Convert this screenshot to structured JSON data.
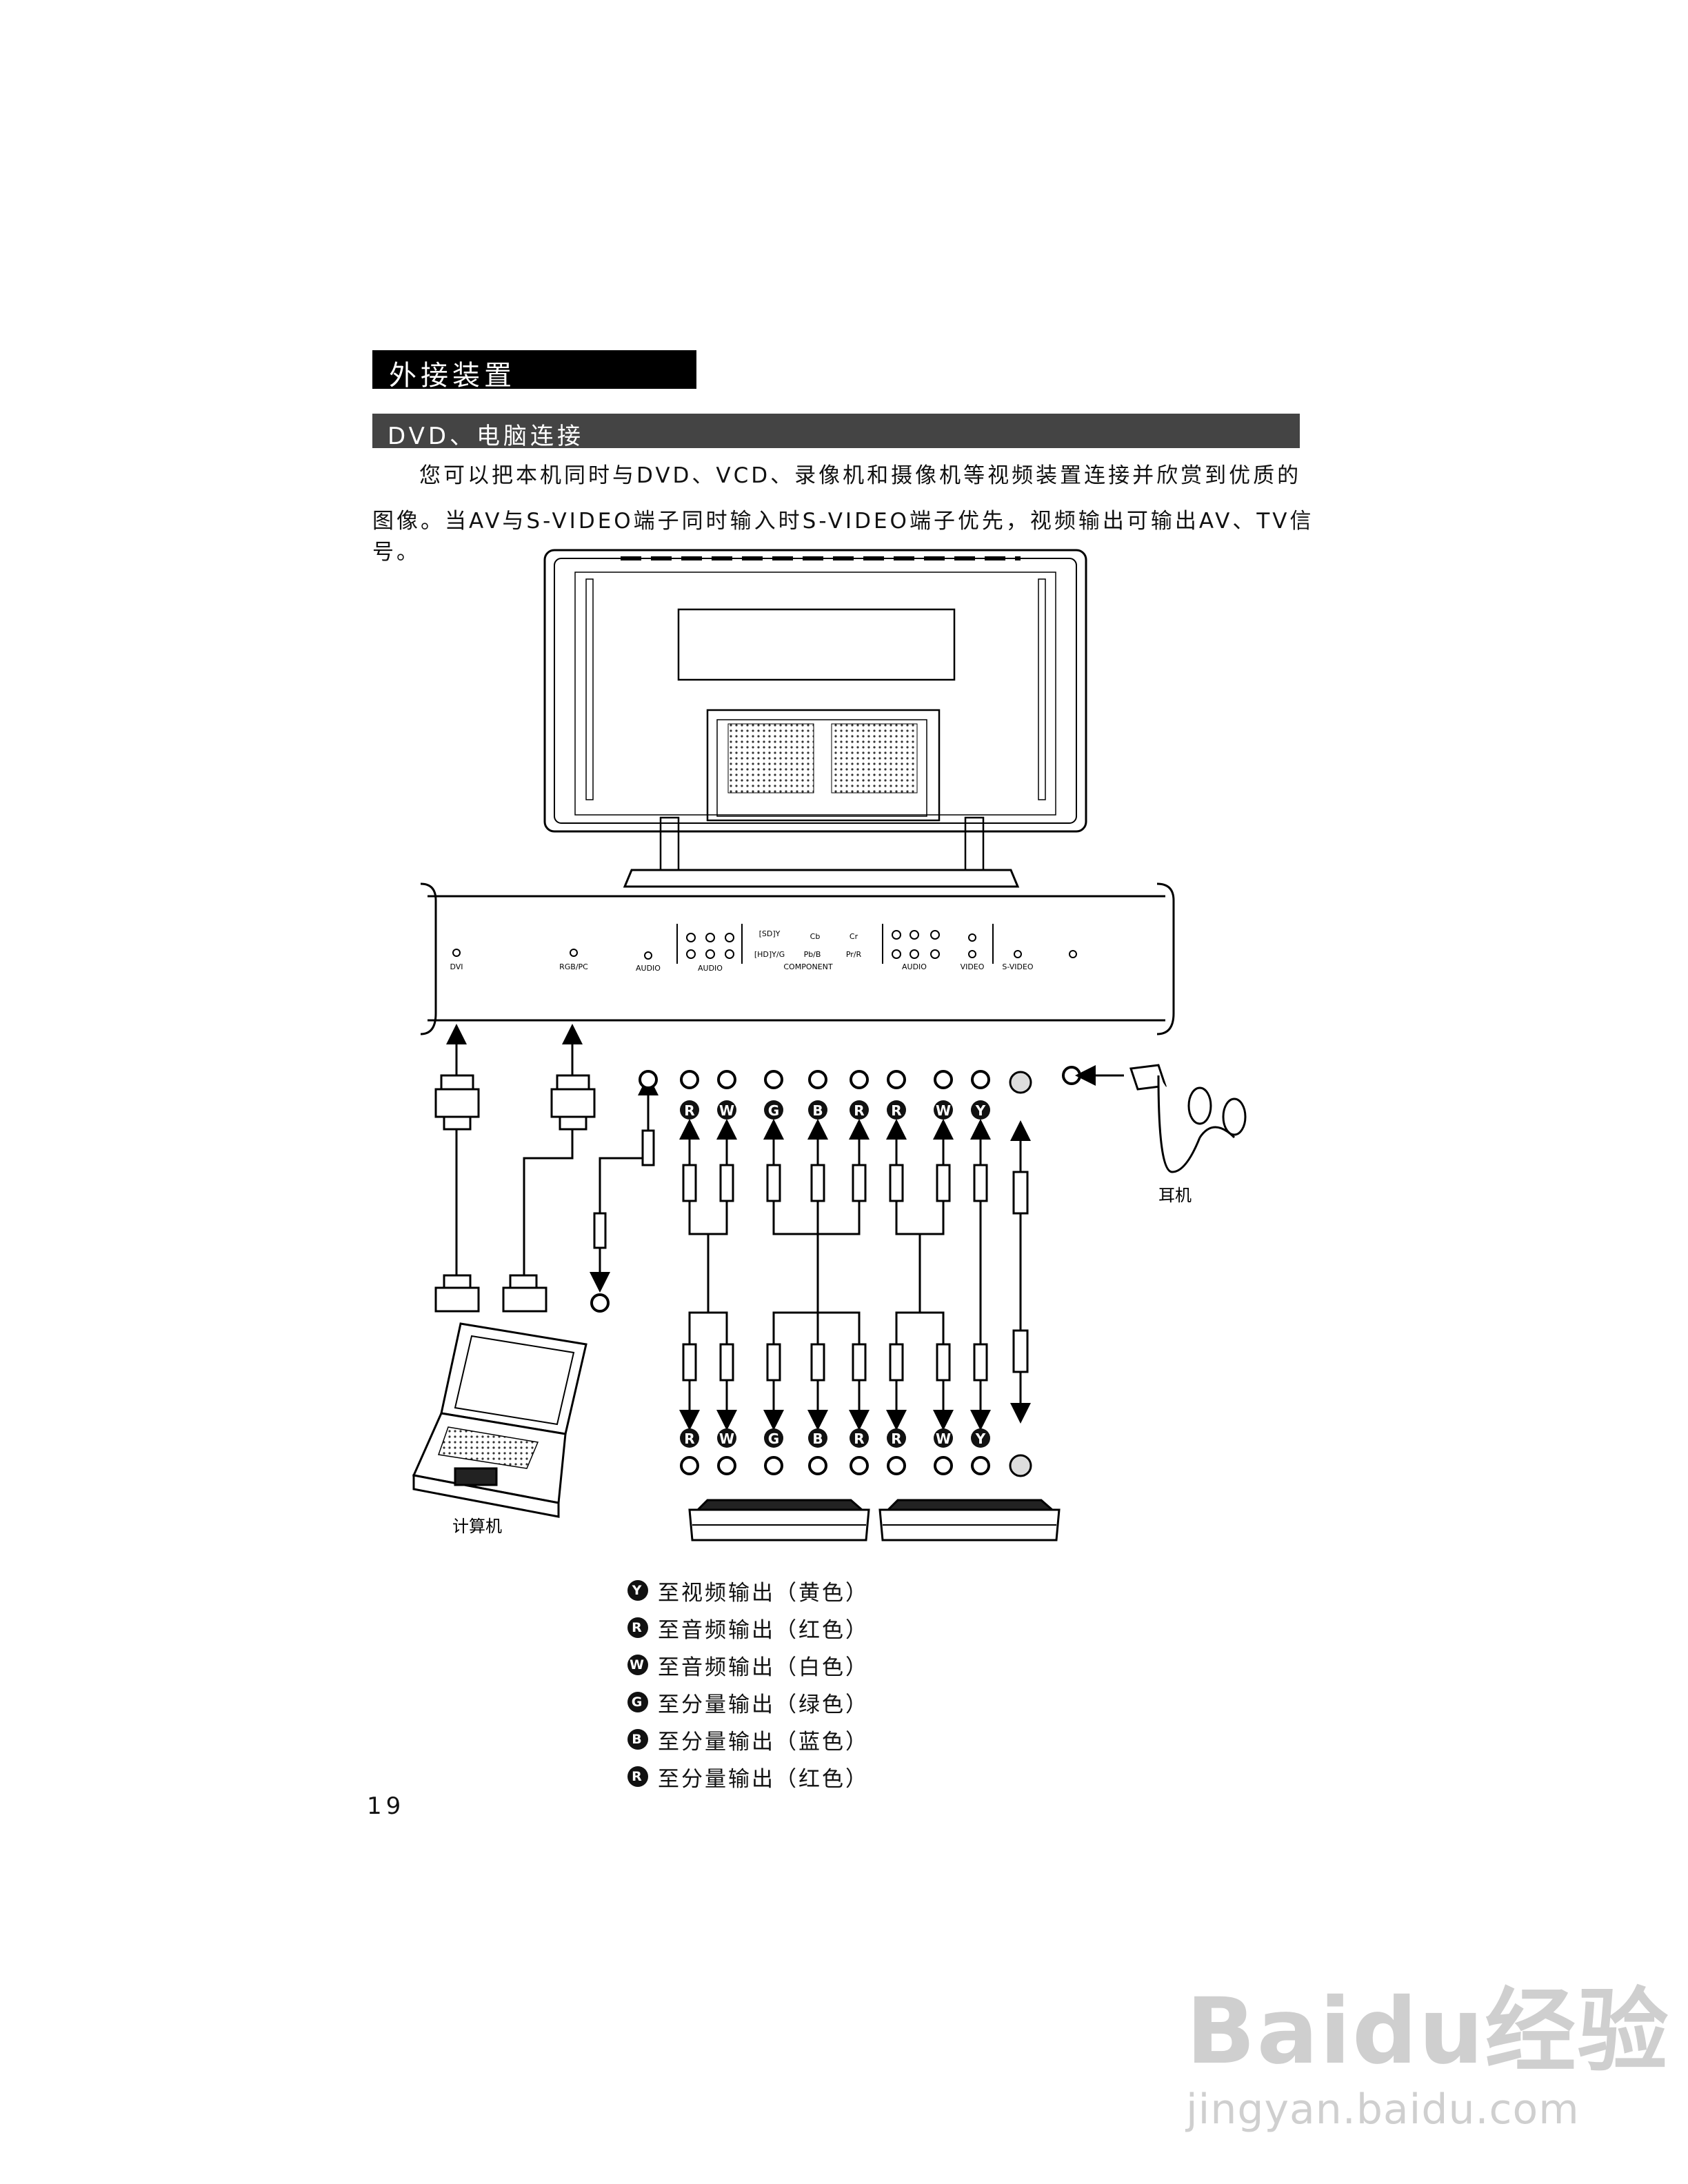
{
  "section_title": "外接装置",
  "subsection_title": "DVD、电脑连接",
  "intro_line1": "您可以把本机同时与DVD、VCD、录像机和摄像机等视频装置连接并欣赏到优质的",
  "intro_line2": "图像。当AV与S-VIDEO端子同时输入时S-VIDEO端子优先，视频输出可输出AV、TV信号。",
  "panel_labels": {
    "dvi": "DVI",
    "rgb_pc": "RGB/PC",
    "audio1": "AUDIO",
    "audio2": "AUDIO",
    "sd_y": "[SD]Y",
    "cb": "Cb",
    "cr": "Cr",
    "hd_y_g": "[HD]Y/G",
    "pb_b": "Pb/B",
    "pr_r": "Pr/R",
    "component": "COMPONENT",
    "audio3": "AUDIO",
    "video": "VIDEO",
    "svideo": "S-VIDEO"
  },
  "jack_letters_top": [
    "R",
    "W",
    "G",
    "B",
    "R",
    "R",
    "W",
    "Y"
  ],
  "jack_letters_bottom": [
    "R",
    "W",
    "G",
    "B",
    "R",
    "R",
    "W",
    "Y"
  ],
  "device_labels": {
    "computer": "计算机",
    "headphones": "耳机"
  },
  "legend": [
    {
      "letter": "Y",
      "text": "至视频输出（黄色）"
    },
    {
      "letter": "R",
      "text": "至音频输出（红色）"
    },
    {
      "letter": "W",
      "text": "至音频输出（白色）"
    },
    {
      "letter": "G",
      "text": "至分量输出（绿色）"
    },
    {
      "letter": "B",
      "text": "至分量输出（蓝色）"
    },
    {
      "letter": "R",
      "text": "至分量输出（红色）"
    }
  ],
  "page_number": "19",
  "watermark": {
    "brand": "Baidu经验",
    "url": "jingyan.baidu.com"
  }
}
